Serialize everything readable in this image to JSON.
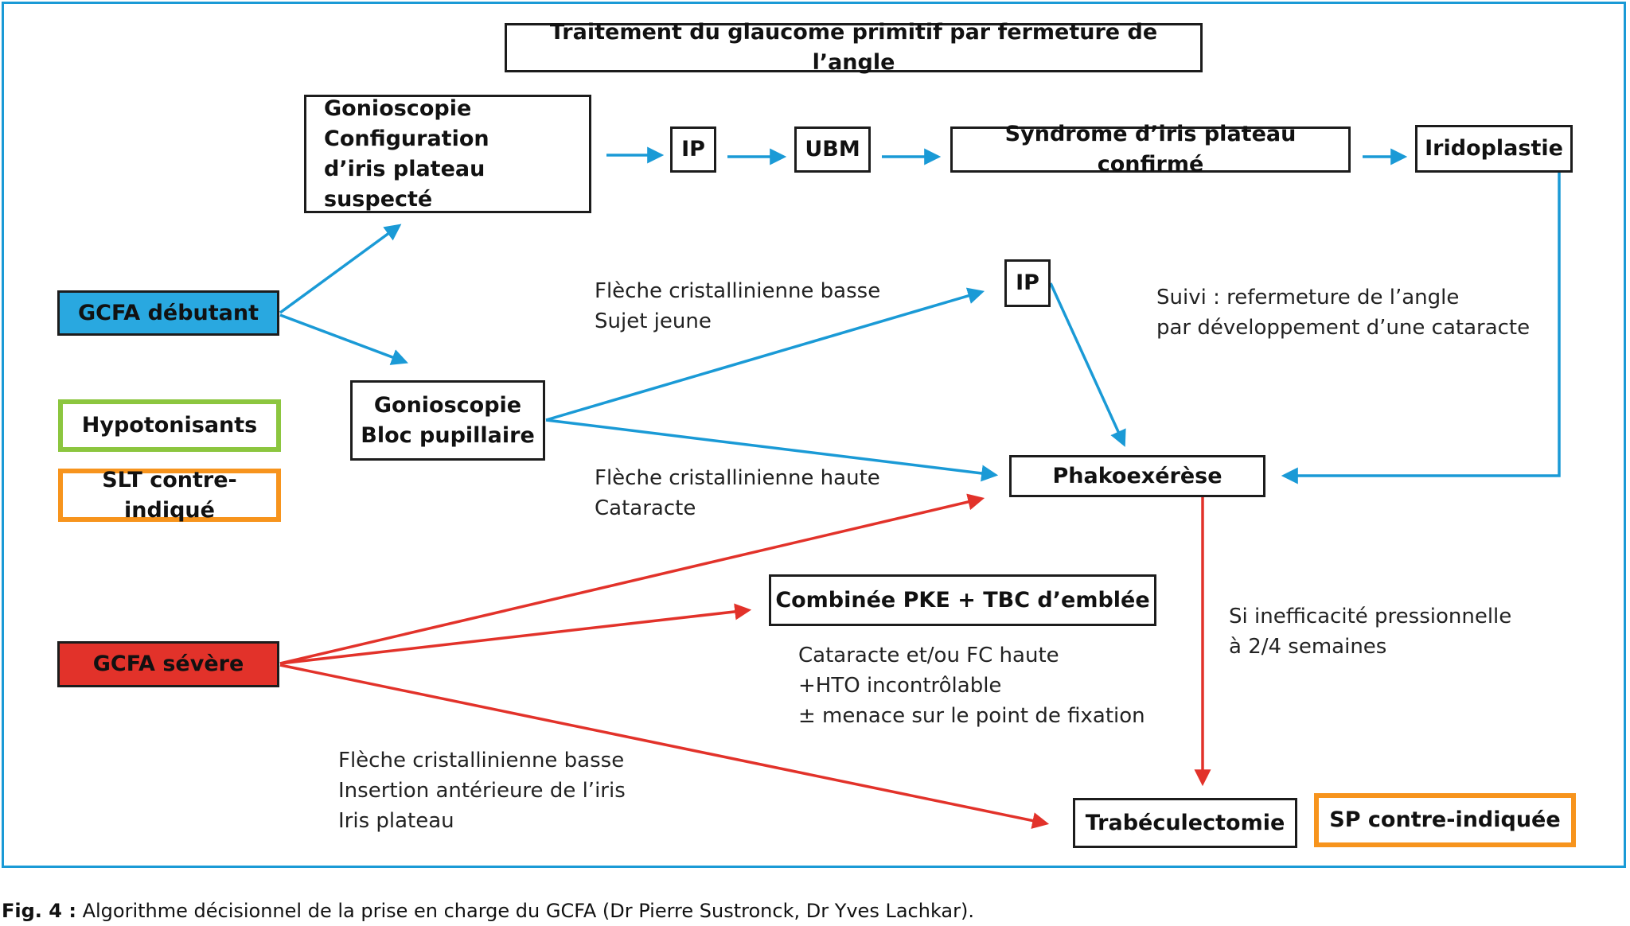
{
  "title": "Traitement du glaucome primitif par fermeture de l’angle",
  "colors": {
    "frame": "#1a9ad6",
    "blue_arrow": "#1a9ad6",
    "red_arrow": "#e2322a",
    "gcfa_debutant_fill": "#29a8e0",
    "gcfa_severe_fill": "#e2322a",
    "green_border": "#8cc63f",
    "orange_border": "#f7941d"
  },
  "nodes": {
    "gonioscopie_plateau": "Gonioscopie\nConfiguration\nd’iris plateau suspecté",
    "ip_top": "IP",
    "ubm": "UBM",
    "syndrome": "Syndrome d’iris plateau confirmé",
    "iridoplastie": "Iridoplastie",
    "gcfa_debutant": "GCFA débutant",
    "hypotonisants": "Hypotonisants",
    "slt": "SLT contre-indiqué",
    "gonioscopie_bloc": "Gonioscopie\nBloc pupillaire",
    "ip_mid": "IP",
    "phakoexerese": "Phakoexérèse",
    "combinee": "Combinée PKE + TBC d’emblée",
    "gcfa_severe": "GCFA sévère",
    "trabeculectomie": "Trabéculectomie",
    "sp": "SP contre-indiquée"
  },
  "labels": {
    "fleche_basse_jeune": "Flèche cristallinienne basse\nSujet jeune",
    "fleche_haute": "Flèche cristallinienne haute\nCataracte",
    "suivi": "Suivi : refermeture de l’angle\npar développement d’une cataracte",
    "cataracte_fc": "Cataracte et/ou FC haute\n+HTO incontrôlable\n± menace sur le point de fixation",
    "inefficacite": "Si inefficacité pressionnelle\nà 2/4 semaines",
    "fleche_basse_iris": "Flèche cristallinienne basse\nInsertion antérieure de l’iris\nIris plateau"
  },
  "caption": {
    "prefix": "Fig. 4 :",
    "text": " Algorithme décisionnel de la prise en charge du GCFA (Dr Pierre Sustronck, Dr Yves Lachkar)."
  }
}
